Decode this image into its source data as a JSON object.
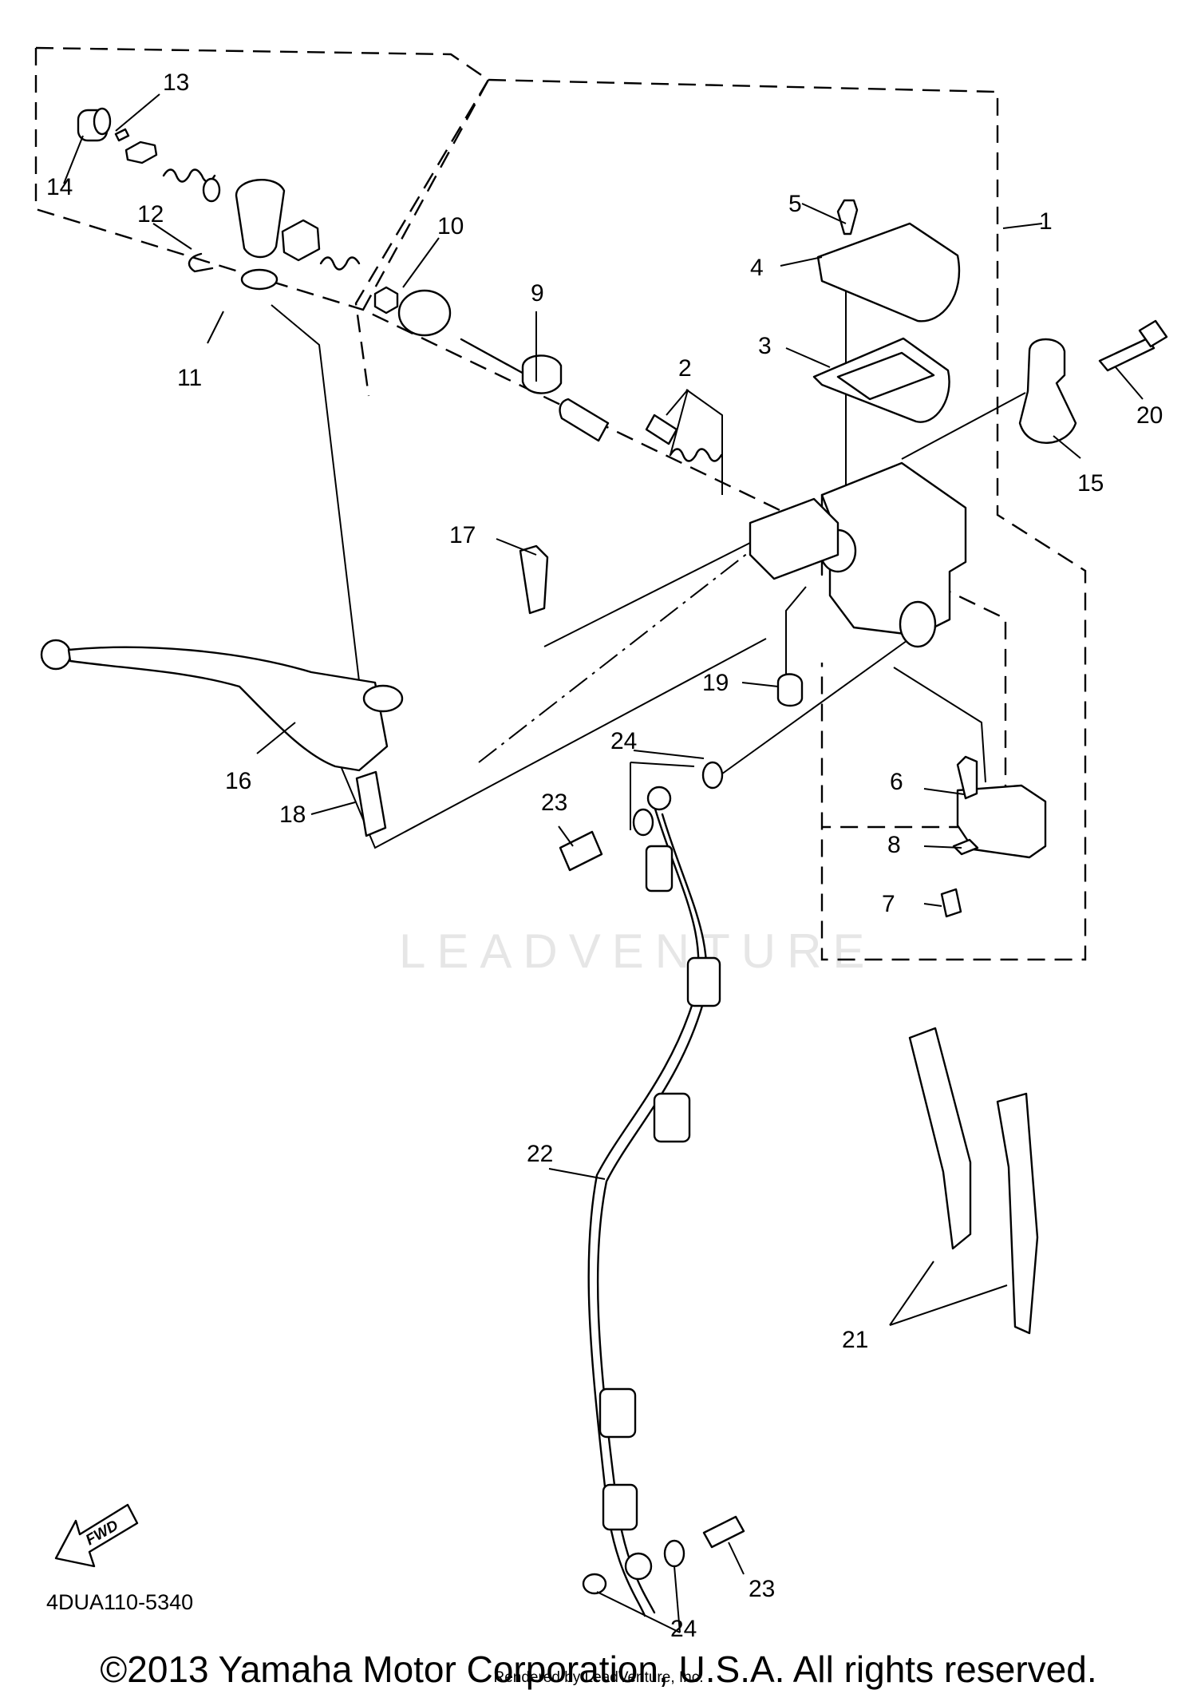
{
  "diagram": {
    "callouts": [
      "1",
      "2",
      "3",
      "4",
      "5",
      "6",
      "7",
      "8",
      "9",
      "10",
      "11",
      "12",
      "13",
      "14",
      "15",
      "16",
      "17",
      "18",
      "19",
      "20",
      "21",
      "22",
      "23",
      "23",
      "24",
      "24"
    ],
    "direction_badge": "FWD",
    "part_code": "4DUA110-5340",
    "watermark": "LEADVENTURE",
    "copyright": "©2013 Yamaha Motor Corporation, U.S.A. All rights reserved.",
    "rendered_by": "Rendered by LeadVenture, Inc."
  }
}
